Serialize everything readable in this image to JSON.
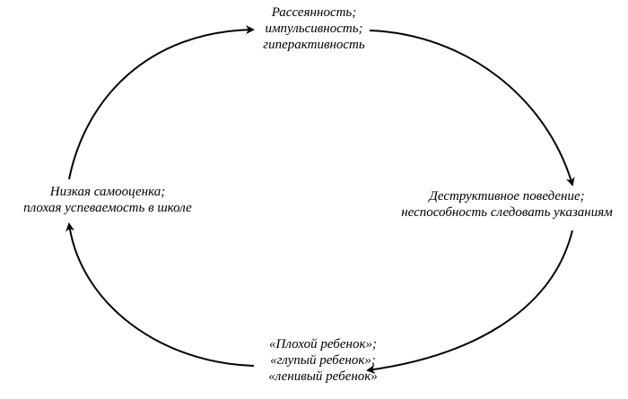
{
  "diagram": {
    "type": "cycle",
    "direction": "clockwise",
    "nodes": [
      {
        "id": "top",
        "lines": [
          "Рассеянность;",
          "импульсивность;",
          "гиперактивность"
        ]
      },
      {
        "id": "right",
        "lines": [
          "Деструктивное поведение;",
          "неспособность следовать указаниям"
        ]
      },
      {
        "id": "bottom",
        "lines": [
          "«Плохой ребенок»;",
          "«глупый ребенок»;",
          "«ленивый ребенок»"
        ]
      },
      {
        "id": "left",
        "lines": [
          "Низкая самооценка;",
          "плохая успеваемость в школе"
        ]
      }
    ],
    "edges": [
      {
        "from": "left",
        "to": "top"
      },
      {
        "from": "top",
        "to": "right"
      },
      {
        "from": "right",
        "to": "bottom"
      },
      {
        "from": "bottom",
        "to": "left"
      }
    ],
    "colors": {
      "line": "#000000",
      "text": "#000000",
      "background": "#ffffff"
    }
  }
}
